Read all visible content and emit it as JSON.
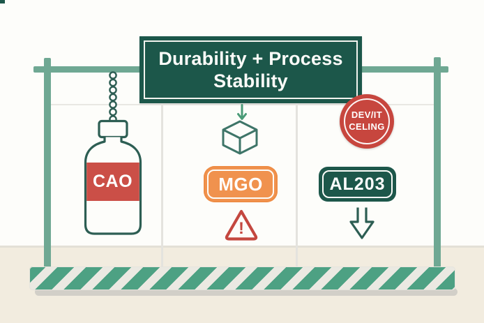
{
  "sign": {
    "line1": "Durability + Process",
    "line2": "Stability"
  },
  "columns": {
    "left": {
      "label": "CAO"
    },
    "middle": {
      "label": "MGO",
      "warning_mark": "!"
    },
    "right": {
      "label": "AL203"
    }
  },
  "sticker": {
    "line1": "DEV/IT",
    "line2": "CELING"
  },
  "icons": {
    "chain": "hanging-ball-chain-icon",
    "bottle": "bottle-icon",
    "arrow_down": "arrow-down-icon",
    "cube": "cube-icon",
    "warning": "warning-triangle-icon",
    "double_arrow": "double-down-arrow-icon"
  },
  "colors": {
    "sign_green": "#1c574a",
    "rail_green": "#6fa893",
    "outline_teal": "#2d5e53",
    "label_red": "#cb4f47",
    "sticker_red": "#c7463e",
    "badge_orange": "#f0924e",
    "warning_red": "#c4473f",
    "stripe_green": "#4da183",
    "floor_beige": "#f2ecdf"
  }
}
